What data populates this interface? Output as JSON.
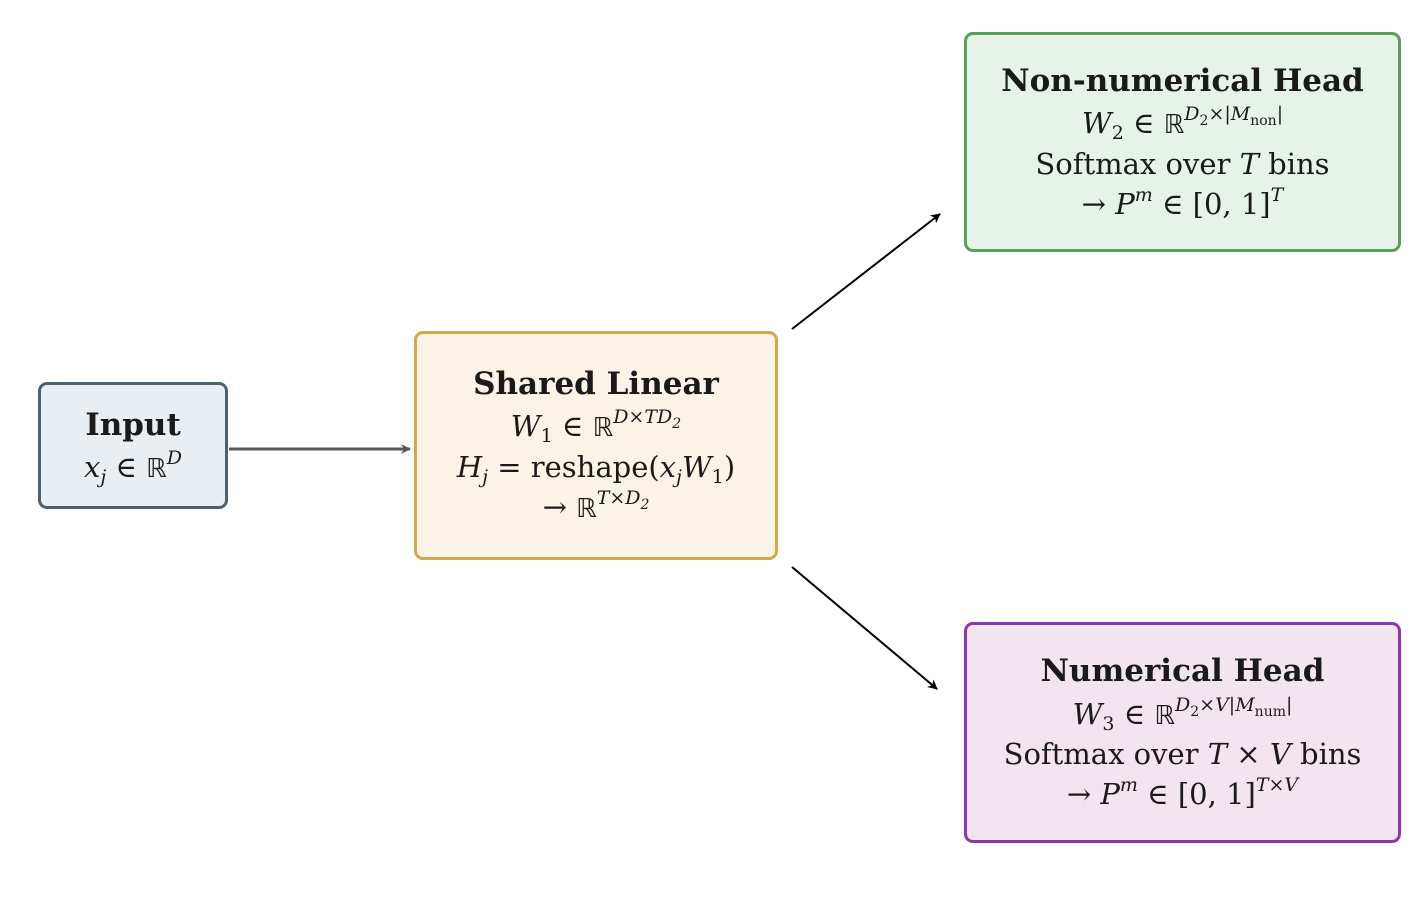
{
  "colors": {
    "input_border": "#4f6170",
    "input_fill": "#e9eef2",
    "shared_border": "#d6a64a",
    "shared_fill": "#fbf3e6",
    "nonnum_border": "#57a05a",
    "nonnum_fill": "#e7f2e8",
    "num_border": "#8e35b0",
    "num_fill": "#f2e5ef",
    "arrow_input": "#55595d",
    "arrow_heads": "#000000"
  },
  "nodes": {
    "input": {
      "title": "Input",
      "line1": {
        "var": "x",
        "sub": "j",
        "op": " ∈ ",
        "set": "ℝ",
        "sup": "D"
      }
    },
    "shared": {
      "title": "Shared Linear",
      "line1": {
        "var": "W",
        "sub": "1",
        "op": " ∈ ",
        "set": "ℝ",
        "sup": "D×TD",
        "supsub": "2"
      },
      "line2": {
        "lhs": "H",
        "lhs_sub": "j",
        "eq": " = reshape(",
        "arg_var": "x",
        "arg_sub": "j",
        "arg_var2": "W",
        "arg_sub2": "1",
        "close": ")"
      },
      "line3": {
        "arrow": "→ ",
        "set": "ℝ",
        "sup": "T×D",
        "supsub": "2"
      }
    },
    "nonnum": {
      "title": "Non-numerical Head",
      "line1": {
        "var": "W",
        "sub": "2",
        "op": " ∈ ",
        "set": "ℝ",
        "sup_a": "D",
        "sup_a_sub": "2",
        "sup_b": "×|",
        "sup_cal": "M",
        "sup_cal_sub": "non",
        "sup_c": "|"
      },
      "line2": {
        "pre": "Softmax over ",
        "var": "T",
        "post": " bins"
      },
      "line3": {
        "arrow": "→ ",
        "var": "P",
        "sup": "m",
        "rest": " ∈ [0, 1]",
        "sup2": "T"
      }
    },
    "num": {
      "title": "Numerical Head",
      "line1": {
        "var": "W",
        "sub": "3",
        "op": " ∈ ",
        "set": "ℝ",
        "sup_a": "D",
        "sup_a_sub": "2",
        "sup_b": "×V|",
        "sup_cal": "M",
        "sup_cal_sub": "num",
        "sup_c": "|"
      },
      "line2": {
        "pre": "Softmax over ",
        "var": "T",
        "mid": " × ",
        "var2": "V",
        "post": " bins"
      },
      "line3": {
        "arrow": "→ ",
        "var": "P",
        "sup": "m",
        "rest": " ∈ [0, 1]",
        "sup2": "T×V"
      }
    }
  }
}
